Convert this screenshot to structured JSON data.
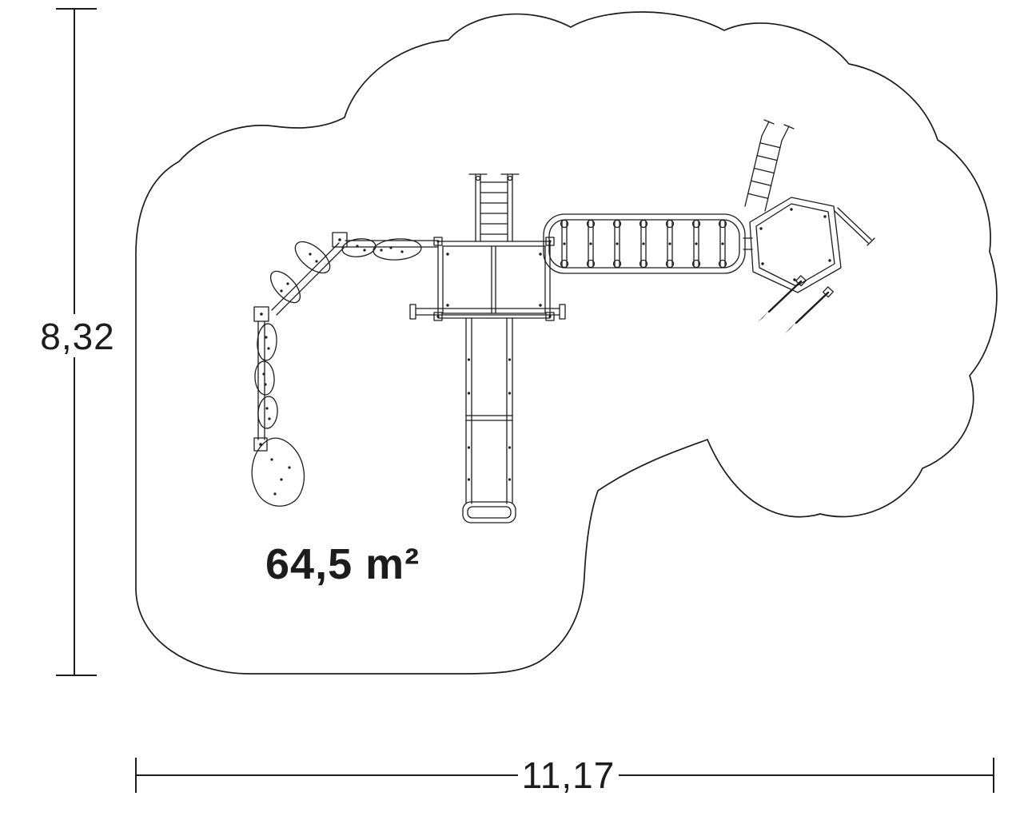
{
  "colors": {
    "line": "#1c1c1c",
    "background": "#ffffff"
  },
  "dimensions": {
    "height_label": "8,32",
    "width_label": "11,17"
  },
  "area": {
    "label": "64,5 m²"
  }
}
